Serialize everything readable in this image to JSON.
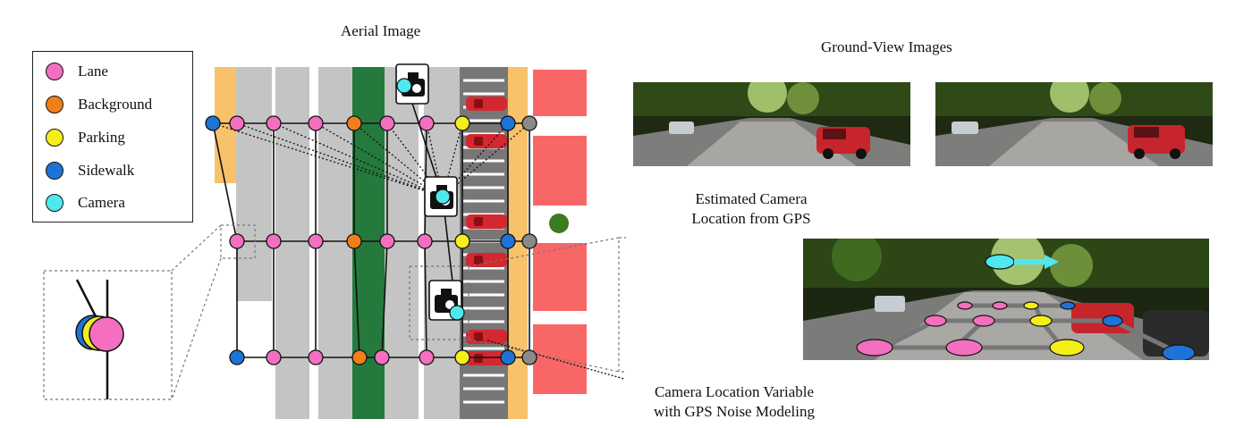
{
  "titles": {
    "aerial": "Aerial Image",
    "ground": "Ground-View Images"
  },
  "legend": [
    {
      "label": "Lane",
      "color": "#f46fc0"
    },
    {
      "label": "Background",
      "color": "#f07f1a"
    },
    {
      "label": "Parking",
      "color": "#f4ee1b"
    },
    {
      "label": "Sidewalk",
      "color": "#1e74d6"
    },
    {
      "label": "Camera",
      "color": "#4fe8ef"
    }
  ],
  "captions": {
    "estimated_line1": "Estimated Camera",
    "estimated_line2": "Location from GPS",
    "variable_line1": "Camera Location Variable",
    "variable_line2": "with GPS Noise Modeling"
  },
  "colors": {
    "lane": "#f46fc0",
    "background": "#f07f1a",
    "parking": "#f4ee1b",
    "sidewalk": "#1e74d6",
    "camera": "#4fe8ef",
    "grey_node": "#8a8a8a",
    "road_grey": "#c4c4c4",
    "median_green": "#247a3c",
    "sidewalk_orange": "#f8c26a",
    "building_red": "#f86666",
    "parking_dark": "#777777",
    "tree_green": "#3d7a20",
    "car_red": "#d3282f"
  },
  "icons": [
    "camera-icon",
    "car-icon",
    "arrow-icon"
  ]
}
